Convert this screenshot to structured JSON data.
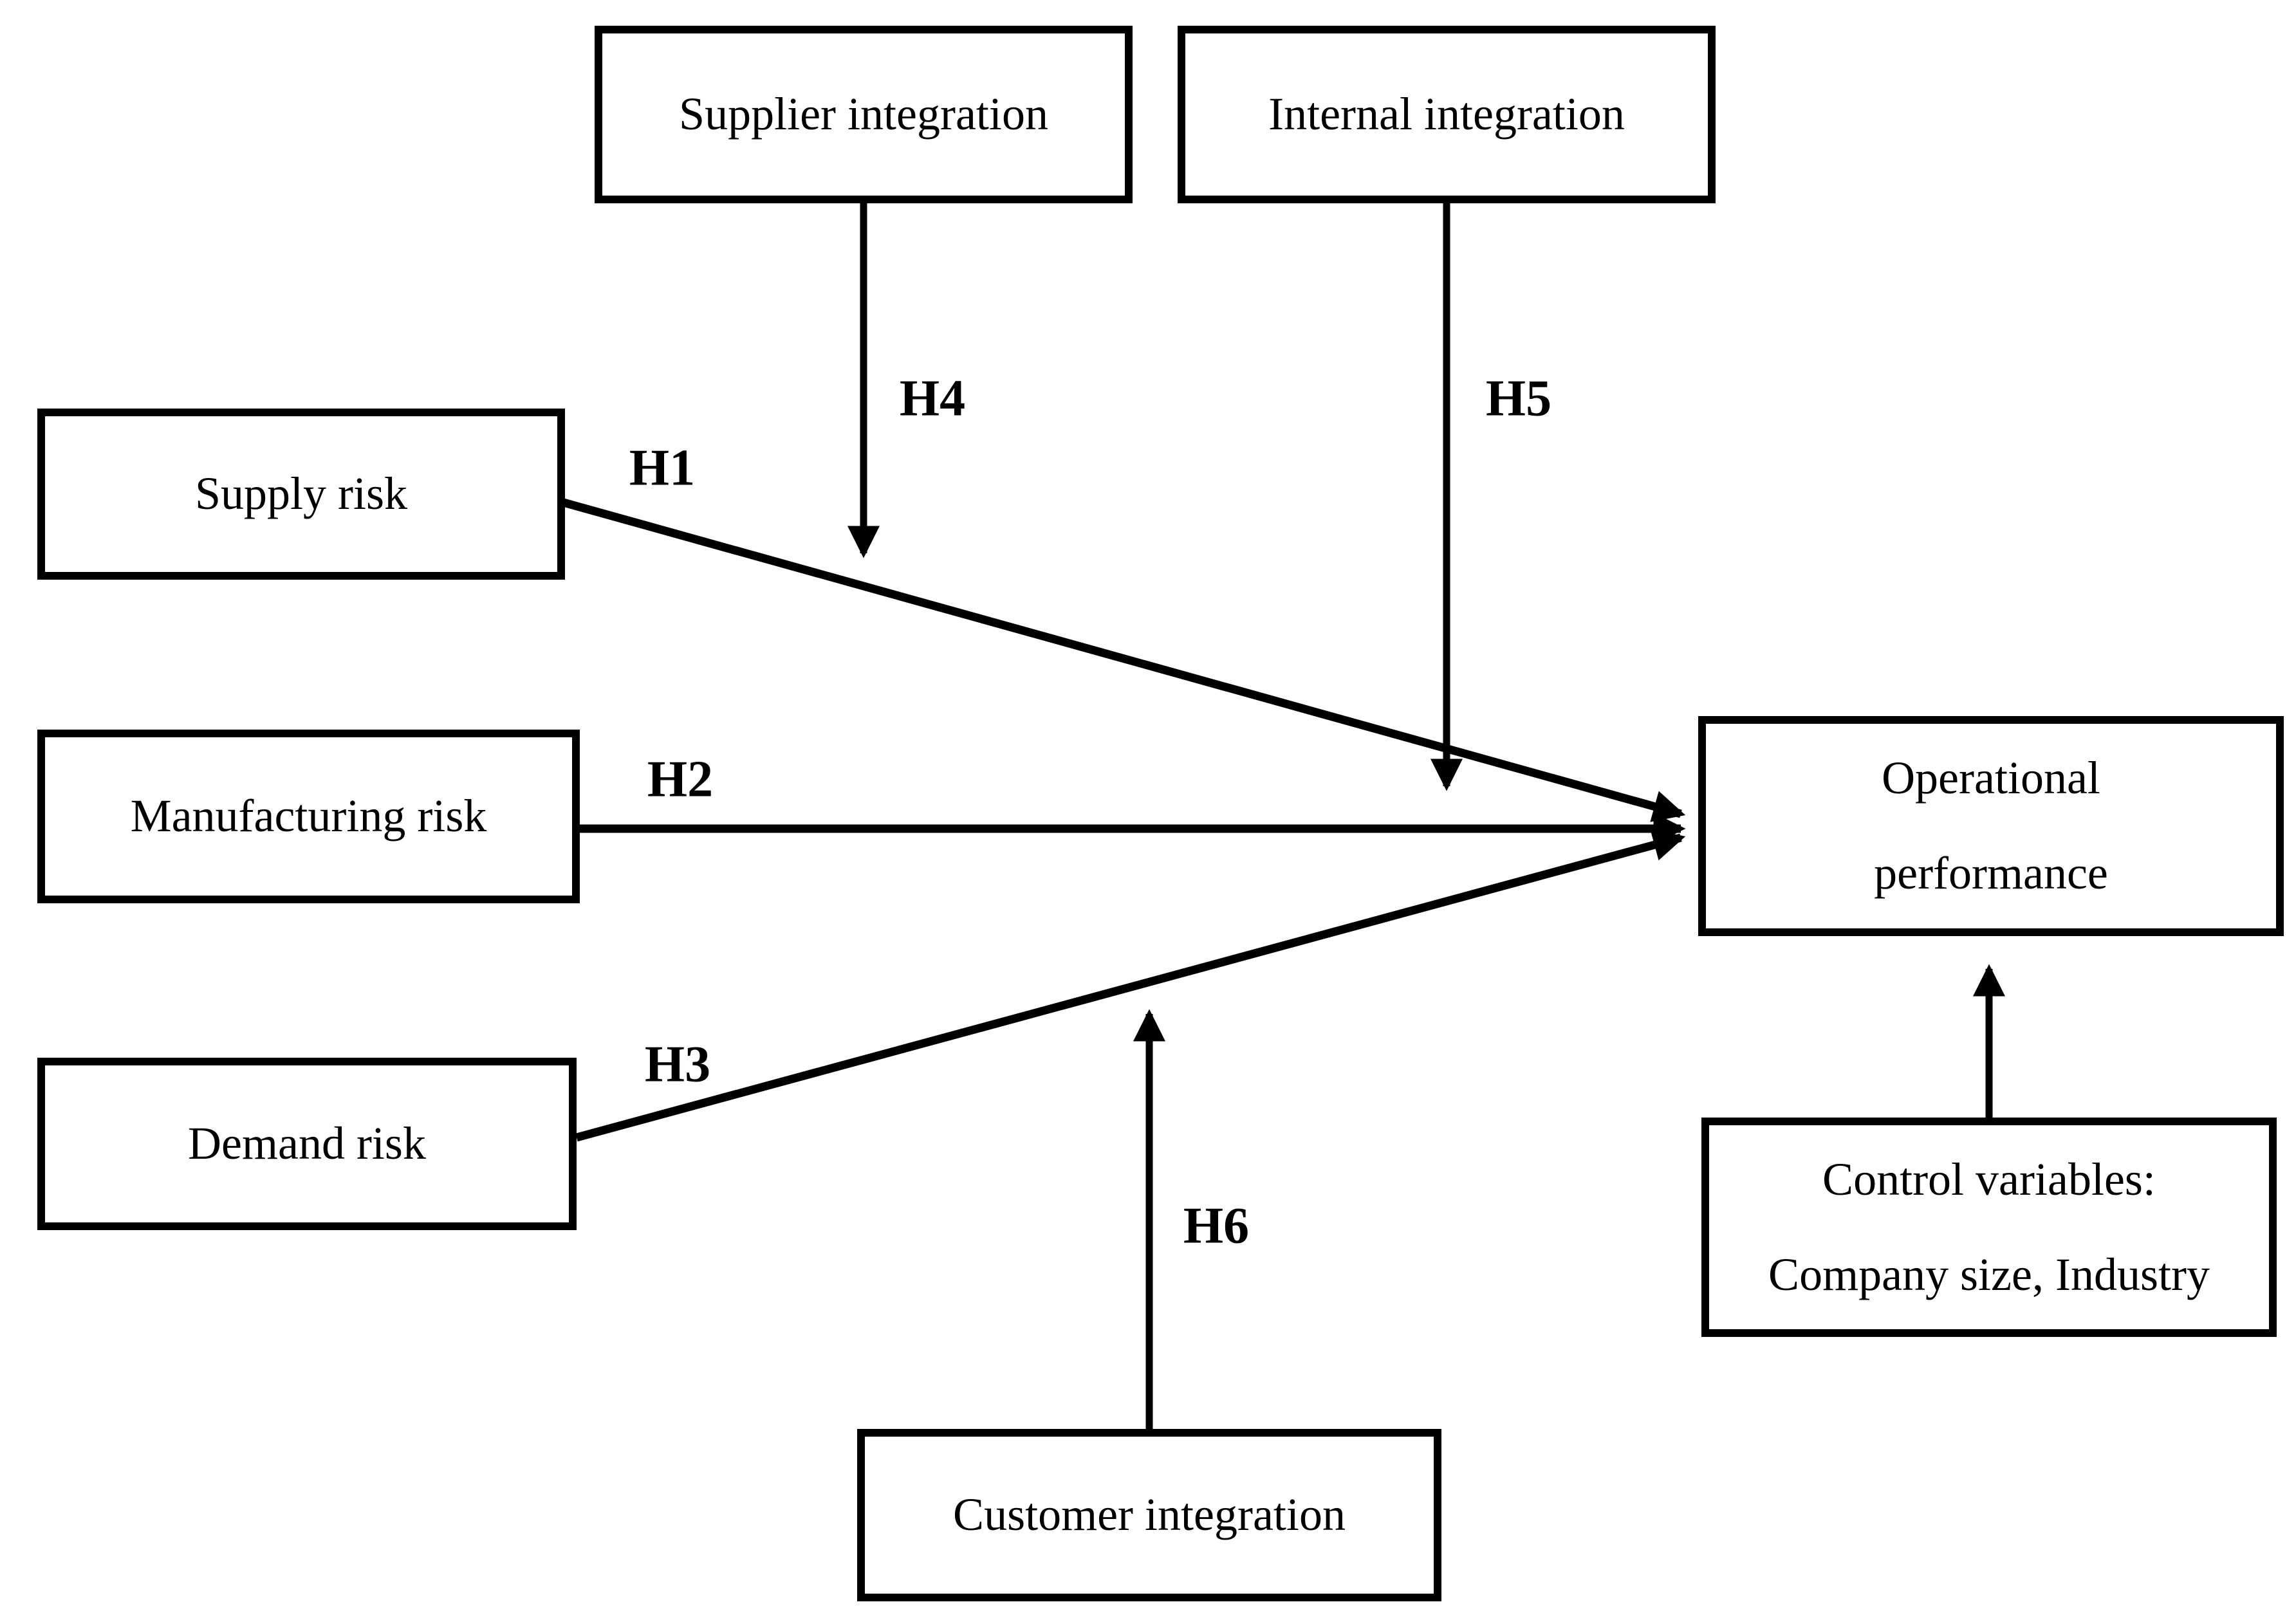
{
  "diagram": {
    "type": "hypothesis-path-model",
    "colors": {
      "background": "#ffffff",
      "line": "#000000",
      "box_border": "#000000",
      "text": "#000000"
    },
    "boxes": {
      "supplier_integration": {
        "label": "Supplier integration"
      },
      "internal_integration": {
        "label": "Internal integration"
      },
      "supply_risk": {
        "label": "Supply risk"
      },
      "manufacturing_risk": {
        "label": "Manufacturing risk"
      },
      "demand_risk": {
        "label": "Demand risk"
      },
      "operational_performance": {
        "lines": [
          "Operational",
          "performance"
        ]
      },
      "control_variables": {
        "lines": [
          "Control variables:",
          "Company size, Industry"
        ]
      },
      "customer_integration": {
        "label": "Customer integration"
      }
    },
    "edges": [
      {
        "label": "H1",
        "from": "Supply risk",
        "to": "Operational performance"
      },
      {
        "label": "H2",
        "from": "Manufacturing risk",
        "to": "Operational performance"
      },
      {
        "label": "H3",
        "from": "Demand risk",
        "to": "Operational performance"
      },
      {
        "label": "H4",
        "from": "Supplier integration",
        "to": "H1 path (Supply risk → Operational performance)"
      },
      {
        "label": "H5",
        "from": "Internal integration",
        "to": "H2 path (Manufacturing risk → Operational performance)"
      },
      {
        "label": "H6",
        "from": "Customer integration",
        "to": "H3 path (Demand risk → Operational performance)"
      },
      {
        "label": "",
        "from": "Control variables: Company size, Industry",
        "to": "Operational performance"
      }
    ]
  }
}
